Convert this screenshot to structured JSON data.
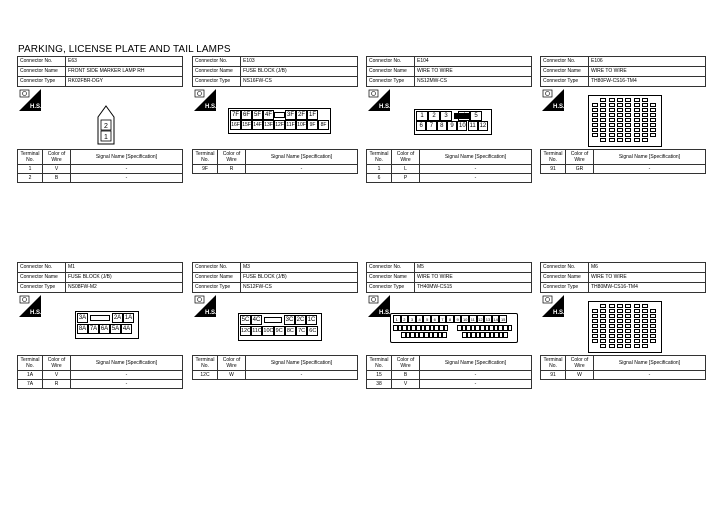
{
  "page_title": "PARKING, LICENSE PLATE AND TAIL LAMPS",
  "labels": {
    "connector_no": "Connector No.",
    "connector_name": "Connector Name",
    "connector_type": "Connector Type",
    "terminal_no": "Terminal No.",
    "color_of_wire": "Color of Wire",
    "signal_name": "Signal Name [Specification]",
    "hs": "H.S."
  },
  "connectors": [
    {
      "no": "E63",
      "name": "FRONT SIDE MARKER LAMP RH",
      "type": "RK02FBR-DGY",
      "terminals": [
        {
          "t": "1",
          "c": "V",
          "s": "-"
        },
        {
          "t": "2",
          "c": "B",
          "s": "-"
        }
      ],
      "face": [
        "2",
        "1"
      ]
    },
    {
      "no": "E103",
      "name": "FUSE BLOCK (J/B)",
      "type": "NS16FW-CS",
      "terminals": [
        {
          "t": "9F",
          "c": "R",
          "s": "-"
        }
      ],
      "face": [
        "7F",
        "6F",
        "5F",
        "4F",
        "3F",
        "2F",
        "1F",
        "16F",
        "15F",
        "14F",
        "13F",
        "12F",
        "11F",
        "10F",
        "9F",
        "8F"
      ]
    },
    {
      "no": "E104",
      "name": "WIRE TO WIRE",
      "type": "NS12MW-CS",
      "terminals": [
        {
          "t": "1",
          "c": "L",
          "s": "-"
        },
        {
          "t": "6",
          "c": "P",
          "s": "-"
        }
      ],
      "face": [
        "1",
        "2",
        "3",
        "4",
        "5",
        "6",
        "7",
        "8",
        "9",
        "10",
        "11",
        "12"
      ]
    },
    {
      "no": "E106",
      "name": "WIRE TO WIRE",
      "type": "TH80FW-CS16-TM4",
      "terminals": [
        {
          "t": "91",
          "c": "GR",
          "s": "-"
        }
      ]
    },
    {
      "no": "M1",
      "name": "FUSE BLOCK (J/B)",
      "type": "NS08FW-M2",
      "terminals": [
        {
          "t": "1A",
          "c": "V",
          "s": "-"
        },
        {
          "t": "7A",
          "c": "R",
          "s": "-"
        }
      ],
      "face": [
        "3A",
        "2A",
        "1A",
        "8A",
        "7A",
        "6A",
        "5A",
        "4A"
      ]
    },
    {
      "no": "M3",
      "name": "FUSE BLOCK (J/B)",
      "type": "NS12FW-CS",
      "terminals": [
        {
          "t": "12C",
          "c": "W",
          "s": "-"
        }
      ],
      "face": [
        "5C",
        "4C",
        "3C",
        "2C",
        "1C",
        "12C",
        "11C",
        "10C",
        "9C",
        "8C",
        "7C",
        "6C"
      ]
    },
    {
      "no": "M5",
      "name": "WIRE TO WIRE",
      "type": "TH40MW-CS15",
      "terminals": [
        {
          "t": "15",
          "c": "B",
          "s": "-"
        },
        {
          "t": "38",
          "c": "V",
          "s": "-"
        }
      ],
      "face": [
        "1",
        "2",
        "3",
        "4",
        "5",
        "6",
        "7",
        "8",
        "9",
        "10",
        "11",
        "12",
        "13",
        "14",
        "15"
      ]
    },
    {
      "no": "M6",
      "name": "WIRE TO WIRE",
      "type": "TH80MW-CS16-TM4",
      "terminals": [
        {
          "t": "91",
          "c": "W",
          "s": "-"
        }
      ]
    }
  ]
}
